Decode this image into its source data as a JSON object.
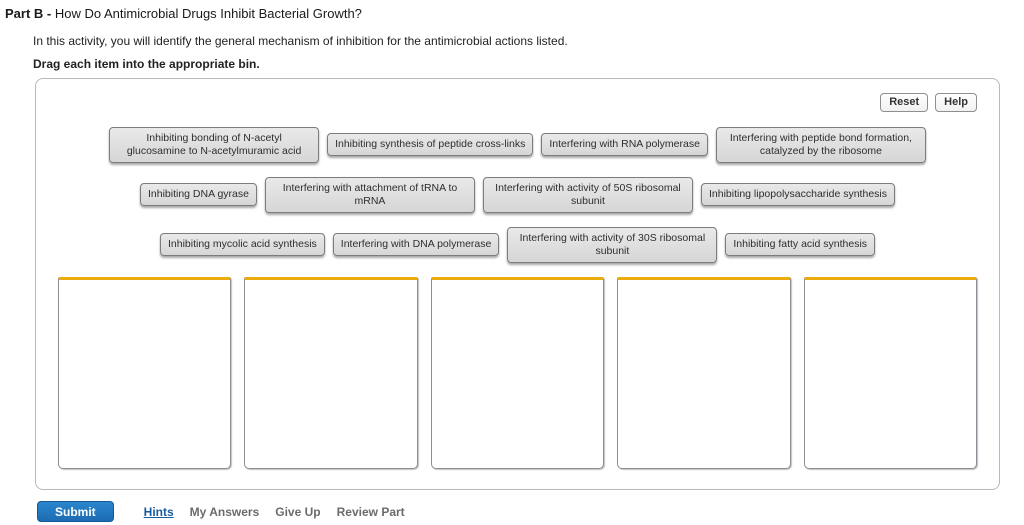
{
  "header": {
    "part_label": "Part B - ",
    "title": "How Do Antimicrobial Drugs Inhibit Bacterial Growth?",
    "instructions": "In this activity, you will identify the general mechanism of inhibition for the antimicrobial actions listed.",
    "drag_instruction": "Drag each item into the appropriate bin."
  },
  "toolbar": {
    "reset_label": "Reset",
    "help_label": "Help"
  },
  "items": {
    "row1": [
      "Inhibiting bonding of N-acetyl glucosamine to N-acetylmuramic acid",
      "Inhibiting synthesis of peptide cross-links",
      "Interfering with RNA polymerase",
      "Interfering with peptide bond formation, catalyzed by the ribosome"
    ],
    "row2": [
      "Inhibiting DNA gyrase",
      "Interfering with attachment of tRNA to mRNA",
      "Interfering with activity of 50S ribosomal subunit",
      "Inhibiting lipopolysaccharide synthesis"
    ],
    "row3": [
      "Inhibiting mycolic acid synthesis",
      "Interfering with DNA polymerase",
      "Interfering with activity of 30S ribosomal subunit",
      "Inhibiting fatty acid synthesis"
    ]
  },
  "bins": {
    "count": 5
  },
  "footer": {
    "submit_label": "Submit",
    "hints_label": "Hints",
    "my_answers_label": "My Answers",
    "give_up_label": "Give Up",
    "review_part_label": "Review Part"
  },
  "colors": {
    "accent_blue": "#1c6cb2",
    "bin_top_gold": "#e9ac0c",
    "chip_bg": "#dcdcdc",
    "chip_border": "#7c7c7c"
  }
}
